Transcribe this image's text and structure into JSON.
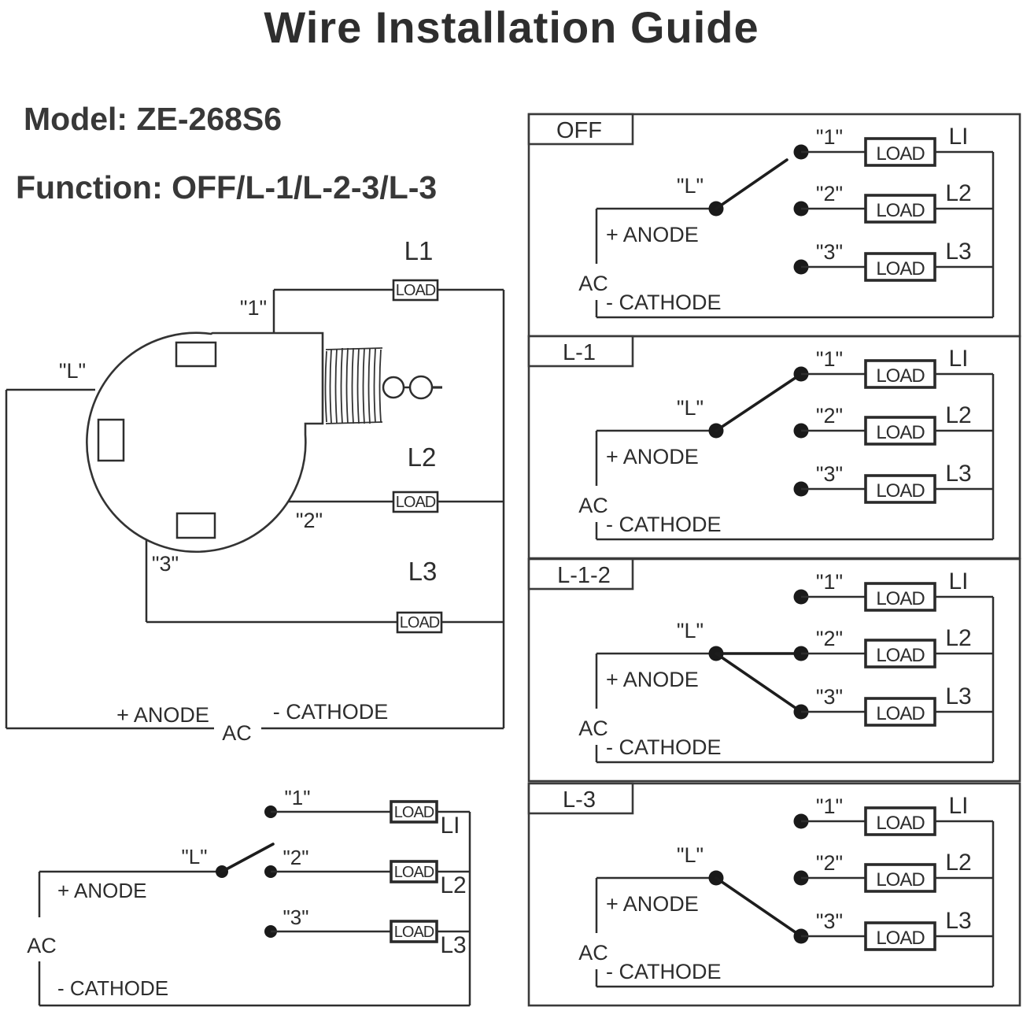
{
  "title": "Wire Installation Guide",
  "product": {
    "model_line": "Model: ZE-268S6",
    "function_line": "Function: OFF/L-1/L-2-3/L-3"
  },
  "labels": {
    "l": "\"L\"",
    "t1": "\"1\"",
    "t2": "\"2\"",
    "t3": "\"3\"",
    "load": "LOAD",
    "anode": "+ ANODE",
    "cathode": "- CATHODE",
    "ac": "AC"
  },
  "main_diagram": {
    "line1": "L1",
    "line2": "L2",
    "line3": "L3"
  },
  "schematic": {
    "line1": "LI",
    "line2": "L2",
    "line3": "L3",
    "connected_terminals": []
  },
  "panels": [
    {
      "tab": "OFF",
      "connected_terminals": [],
      "line1": "LI",
      "line2": "L2",
      "line3": "L3"
    },
    {
      "tab": "L-1",
      "connected_terminals": [
        "1"
      ],
      "line1": "LI",
      "line2": "L2",
      "line3": "L3"
    },
    {
      "tab": "L-1-2",
      "connected_terminals": [
        "2",
        "3"
      ],
      "line1": "LI",
      "line2": "L2",
      "line3": "L3"
    },
    {
      "tab": "L-3",
      "connected_terminals": [
        "3"
      ],
      "line1": "LI",
      "line2": "L2",
      "line3": "L3"
    }
  ],
  "colors": {
    "ink": "#2d2d2d",
    "background": "#ffffff"
  }
}
